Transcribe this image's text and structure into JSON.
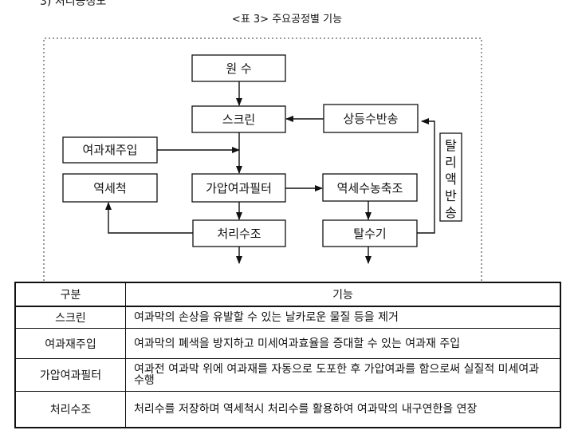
{
  "section": {
    "heading": "3) 처리공정도"
  },
  "caption": "<표 3> 주요공정별 기능",
  "diagram": {
    "boxes": {
      "raw_water": "원 수",
      "screen": "스크린",
      "supernatant_return": "상등수반송",
      "filter_aid_injection": "여과재주입",
      "backwash": "역세척",
      "pressure_filter": "가압여과필터",
      "backwash_thickening": "역세수농축조",
      "treated_water_tank": "처리수조",
      "dehydrator": "탈수기",
      "dewatered_liquid_return": [
        "탈",
        "리",
        "액",
        "반",
        "송"
      ]
    }
  },
  "table": {
    "headers": [
      "구분",
      "기능"
    ],
    "rows": [
      {
        "category": "스크린",
        "function": "여과막의 손상을 유발할 수 있는 날카로운 물질 등을 제거"
      },
      {
        "category": "여과재주입",
        "function": "여과막의 폐색을 방지하고 미세여과효율을 증대할 수 있는 여과재 주입"
      },
      {
        "category": "가압여과필터",
        "function": "여과전 여과막 위에 여과재를 자동으로 도포한 후 가압여과를 함으로써 실질적 미세여과 수행"
      },
      {
        "category": "처리수조",
        "function": "처리수를 저장하며 역세척시 처리수를 활용하여 여과막의 내구연한을 연장"
      }
    ]
  }
}
